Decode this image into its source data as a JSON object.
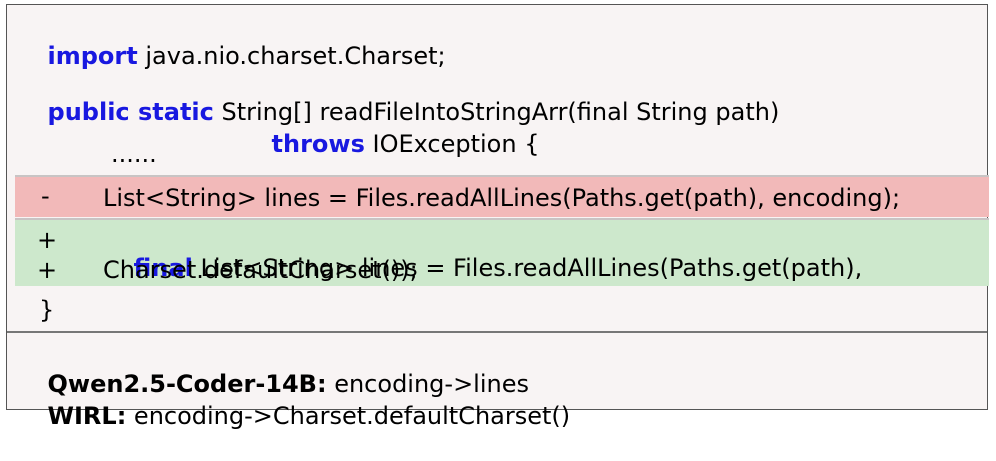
{
  "code": {
    "import_kw": "import",
    "import_rest": " java.nio.charset.Charset;",
    "public_kw": "public static",
    "signature_rest": " String[] readFileIntoStringArr(final String path)",
    "throws_kw": "throws",
    "throws_rest": " IOException {",
    "ellipsis": "......",
    "removed_marker": "-",
    "removed_line": "List<String> lines = Files.readAllLines(Paths.get(path), encoding);",
    "added_marker_1": "+",
    "added_kw": "final",
    "added_line_1_rest": " List<String> lines = Files.readAllLines(Paths.get(path),",
    "added_marker_2": "+",
    "added_line_2": "Charset.defaultCharset());",
    "closing_brace": "}"
  },
  "results": {
    "model_label": "Qwen2.5-Coder-14B:",
    "model_value": " encoding->lines",
    "wirl_label": "WIRL:",
    "wirl_value": " encoding->Charset.defaultCharset()"
  },
  "colors": {
    "keyword": "#1818e0",
    "removed_bg": "#f2b9b9",
    "added_bg": "#cde8cc",
    "panel_bg": "#f8f4f4"
  }
}
